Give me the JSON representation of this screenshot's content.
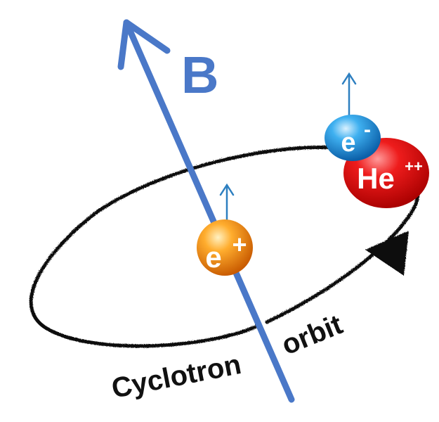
{
  "field": {
    "label": "B",
    "color": "#4a78c8"
  },
  "particles": {
    "positron": {
      "base": "e",
      "sup": "+",
      "color": "#e87a10"
    },
    "electron": {
      "base": "e",
      "sup": "-",
      "color": "#1f8fdc"
    },
    "helium": {
      "base": "He",
      "sup": "++",
      "color": "#e01010"
    }
  },
  "orbit": {
    "label_word1": "Cyclotron",
    "label_word2": "orbit",
    "color": "#111111"
  },
  "spin_arrow_color": "#2d7fc0"
}
